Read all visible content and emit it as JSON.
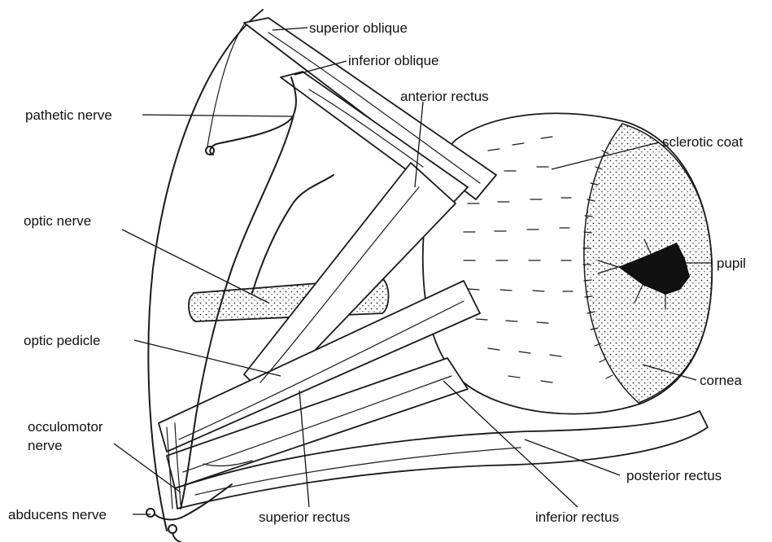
{
  "labels": {
    "superior_oblique": "superior oblique",
    "inferior_oblique": "inferior oblique",
    "pathetic_nerve": "pathetic nerve",
    "anterior_rectus": "anterior rectus",
    "sclerotic_coat": "sclerotic coat",
    "optic_nerve": "optic nerve",
    "pupil": "pupil",
    "optic_pedicle": "optic pedicle",
    "cornea": "cornea",
    "occulomotor_line1": "occulomotor",
    "occulomotor_line2": "nerve",
    "posterior_rectus": "posterior rectus",
    "abducens_nerve": "abducens nerve",
    "superior_rectus": "superior rectus",
    "inferior_rectus": "inferior rectus"
  }
}
